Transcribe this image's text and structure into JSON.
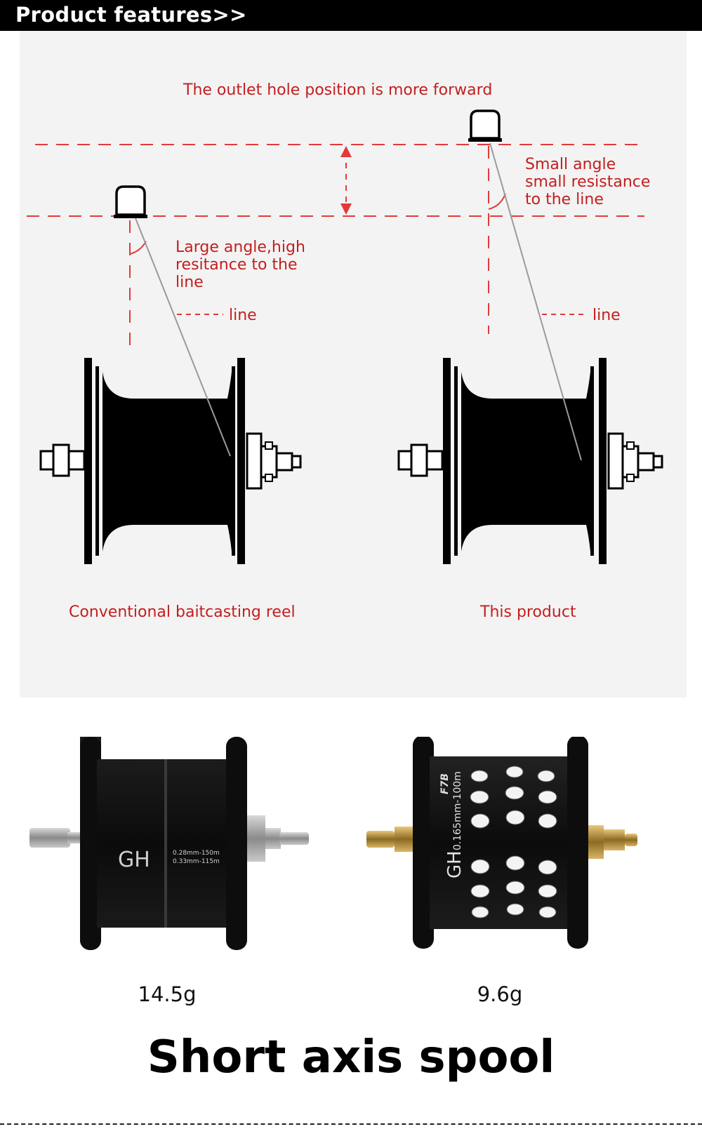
{
  "header": {
    "title": "Product features>>"
  },
  "diagram": {
    "top_caption": "The outlet hole position is more forward",
    "left": {
      "note_lines": [
        "Large angle,high",
        "resitance to the",
        "line"
      ],
      "line_label": "line",
      "caption": "Conventional baitcasting reel"
    },
    "right": {
      "note_lines": [
        "Small angle",
        "small resistance",
        "to the line"
      ],
      "line_label": "line",
      "caption": "This product"
    },
    "accent_color": "#c41e1e"
  },
  "spools": {
    "conventional": {
      "model": "GH",
      "specs": [
        "0.28mm-150m",
        "0.33mm-115m"
      ],
      "weight": "14.5g"
    },
    "product": {
      "brand": "F7B",
      "model": "GH",
      "spec": "0.165mm-100m",
      "weight": "9.6g"
    }
  },
  "main_title": "Short axis spool"
}
